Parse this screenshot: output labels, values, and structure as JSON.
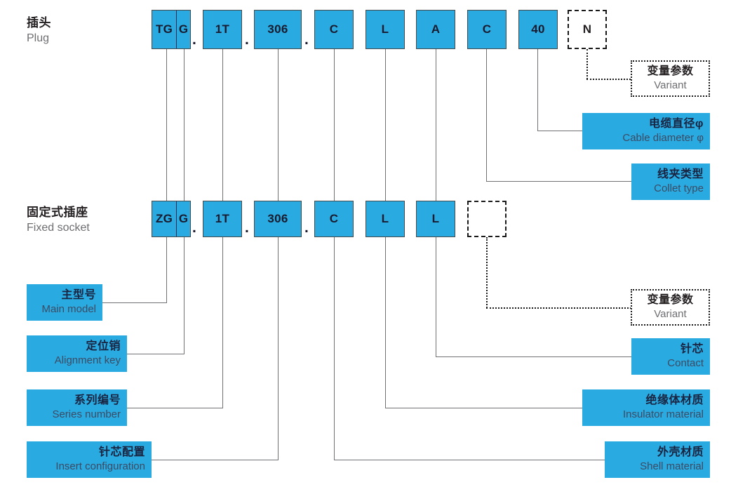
{
  "rows": [
    {
      "cn": "插头",
      "en": "Plug"
    },
    {
      "cn": "固定式插座",
      "en": "Fixed socket"
    }
  ],
  "plug_code": {
    "main_model": "TG",
    "alignment_key": "G",
    "series_number": "1T",
    "insert_configuration": "306",
    "shell_material": "C",
    "insulator_material": "L",
    "contact": "A",
    "collet_type": "C",
    "cable_diameter": "40",
    "variant": "N",
    "separator": "."
  },
  "socket_code": {
    "main_model": "ZG",
    "alignment_key": "G",
    "series_number": "1T",
    "insert_configuration": "306",
    "shell_material": "C",
    "insulator_material": "L",
    "contact": "L",
    "variant": "",
    "separator": "."
  },
  "callouts": {
    "variant_top": {
      "cn": "变量参数",
      "en": "Variant"
    },
    "cable_diameter": {
      "cn": "电缆直径φ",
      "en": "Cable diameter φ"
    },
    "collet_type": {
      "cn": "线夹类型",
      "en": "Collet type"
    },
    "variant_bottom": {
      "cn": "变量参数",
      "en": "Variant"
    },
    "contact": {
      "cn": "针芯",
      "en": "Contact"
    },
    "insulator_material": {
      "cn": "绝缘体材质",
      "en": "Insulator material"
    },
    "shell_material": {
      "cn": "外壳材质",
      "en": "Shell material"
    },
    "main_model": {
      "cn": "主型号",
      "en": "Main model"
    },
    "alignment_key": {
      "cn": "定位销",
      "en": "Alignment key"
    },
    "series_number": {
      "cn": "系列编号",
      "en": "Series number"
    },
    "insert_configuration": {
      "cn": "针芯配置",
      "en": "Insert configuration"
    }
  },
  "colors": {
    "accent": "#29abe2",
    "line": "#6f7174",
    "text_cn": "#231f20",
    "text_en": "#6d6e71",
    "dashed_border": "#1a1a1a"
  }
}
